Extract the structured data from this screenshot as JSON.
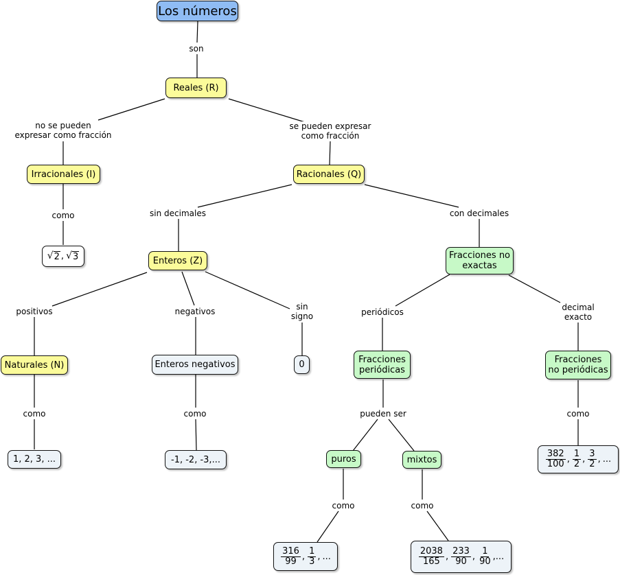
{
  "nodes": {
    "root": "Los números",
    "reales": "Reales (R)",
    "irracionales": "Irracionales (I)",
    "racionales": "Racionales (Q)",
    "enteros": "Enteros (Z)",
    "fracciones_no_exactas": [
      "Fracciones no",
      "exactas"
    ],
    "naturales": "Naturales (N)",
    "enteros_negativos": "Enteros negativos",
    "cero": "0",
    "fracciones_periodicas": [
      "Fracciones",
      "periódicas"
    ],
    "fracciones_no_periodicas": [
      "Fracciones",
      "no periódicas"
    ],
    "puros": "puros",
    "mixtos": "mixtos",
    "ejemplos_naturales": "1, 2, 3, ...",
    "ejemplos_negativos": "-1, -2, -3,..."
  },
  "examples": {
    "irracionales": {
      "radicands": [
        "2",
        "3"
      ],
      "sep": ","
    },
    "no_periodicas": {
      "fractions": [
        [
          "382",
          "100"
        ],
        [
          "1",
          "2"
        ],
        [
          "3",
          "2"
        ]
      ],
      "sep": ",",
      "ellipsis": "..."
    },
    "puros": {
      "fractions": [
        [
          "316",
          "99"
        ],
        [
          "1",
          "3"
        ]
      ],
      "sep": ",",
      "ellipsis": "..."
    },
    "mixtos": {
      "fractions": [
        [
          "2038",
          "165"
        ],
        [
          "233",
          "90"
        ],
        [
          "1",
          "90"
        ]
      ],
      "sep": ",",
      "ellipsis": ",..."
    }
  },
  "links": {
    "son": "son",
    "no_fraccion": [
      "no se pueden",
      "expresar como fracción"
    ],
    "si_fraccion": [
      "se pueden expresar",
      "como fracción"
    ],
    "como": "como",
    "sin_decimales": "sin decimales",
    "con_decimales": "con decimales",
    "positivos": "positivos",
    "negativos": "negativos",
    "sin_signo": [
      "sin",
      "signo"
    ],
    "periodicos": "periódicos",
    "decimal_exacto": [
      "decimal",
      "exacto"
    ],
    "pueden_ser": "pueden ser"
  },
  "colors": {
    "root": "#8fbcf4",
    "main_sets": "#fbfb9a",
    "fractions": "#c7f9c7",
    "examples": "#edf3f8"
  }
}
